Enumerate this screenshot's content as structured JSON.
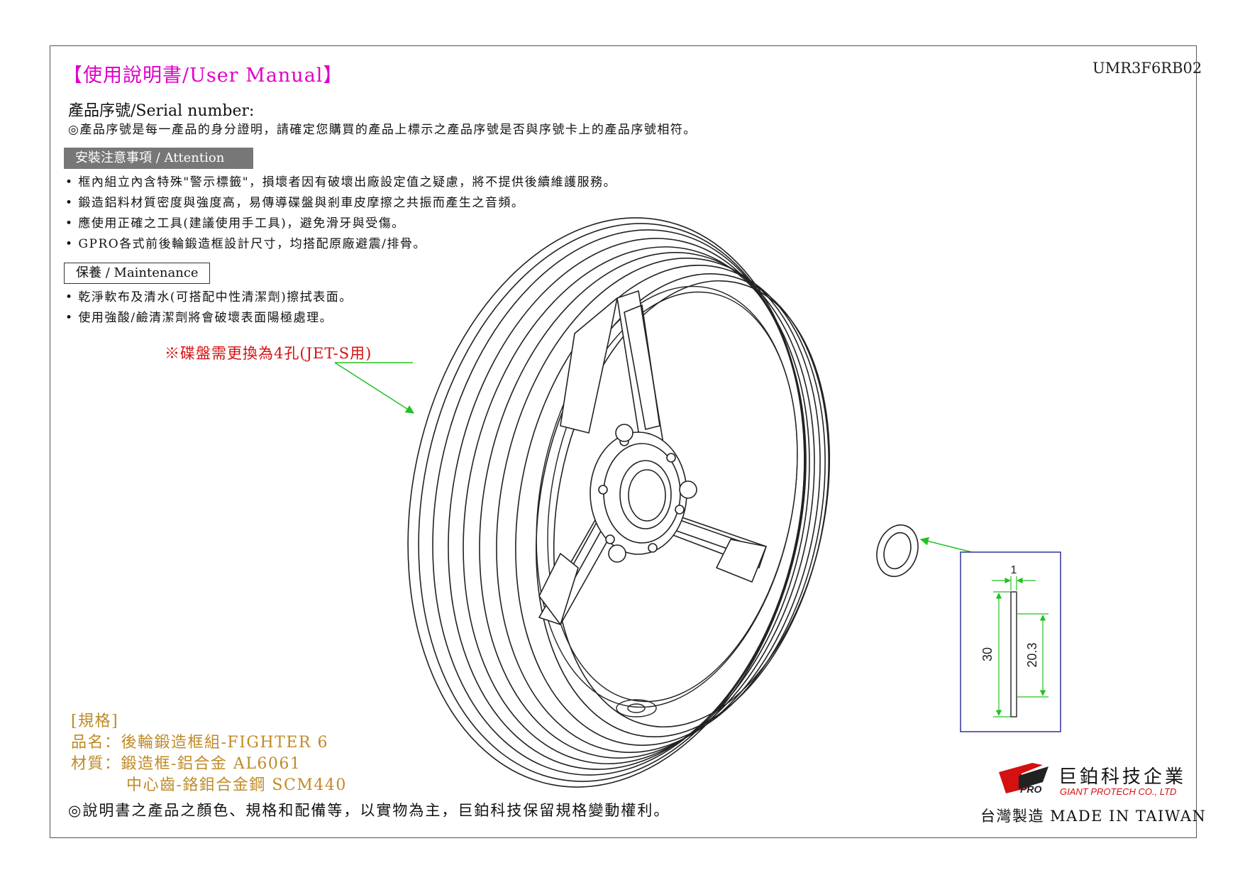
{
  "header": {
    "title": "【使用說明書/User Manual】",
    "doc_number": "UMR3F6RB02"
  },
  "serial": {
    "label": "產品序號/Serial number:",
    "note": "◎產品序號是每一產品的身分證明，請確定您購買的產品上標示之產品序號是否與序號卡上的產品序號相符。"
  },
  "attention": {
    "heading": "安裝注意事項 / Attention",
    "items": [
      "• 框內組立內含特殊\"警示標籤\"，損壞者因有破壞出廠設定值之疑慮，將不提供後續維護服務。",
      "• 鍛造鋁料材質密度與強度高，易傳導碟盤與剎車皮摩擦之共振而產生之音頻。",
      "• 應使用正確之工具(建議使用手工具)，避免滑牙與受傷。",
      "• GPRO各式前後輪鍛造框設計尺寸，均搭配原廠避震/排骨。"
    ]
  },
  "maintenance": {
    "heading": "保養 / Maintenance",
    "items": [
      "• 乾淨軟布及清水(可搭配中性清潔劑)擦拭表面。",
      "• 使用強酸/鹼清潔劑將會破壞表面陽極處理。"
    ]
  },
  "callout": {
    "text": "※碟盤需更換為4孔(JET-S用)"
  },
  "dimensions": {
    "thickness": "1",
    "outer": "30",
    "inner": "20.3"
  },
  "spec": {
    "heading": "[規格]",
    "name": "品名：後輪鍛造框組-FIGHTER 6",
    "material1": "材質：鍛造框-鋁合金 AL6061",
    "material2": "中心齒-鉻鉬合金鋼 SCM440"
  },
  "footer": {
    "note": "◎說明書之產品之顏色、規格和配備等，以實物為主，巨鉑科技保留規格變動權利。",
    "company_cn": "巨鉑科技企業",
    "company_en": "GIANT PROTECH CO., LTD",
    "made_in": "台灣製造 MADE IN TAIWAN"
  },
  "colors": {
    "title": "#e000c8",
    "callout": "#d41010",
    "spec": "#c08a26",
    "arrow": "#22c022",
    "dimension_box": "#3030a0"
  }
}
